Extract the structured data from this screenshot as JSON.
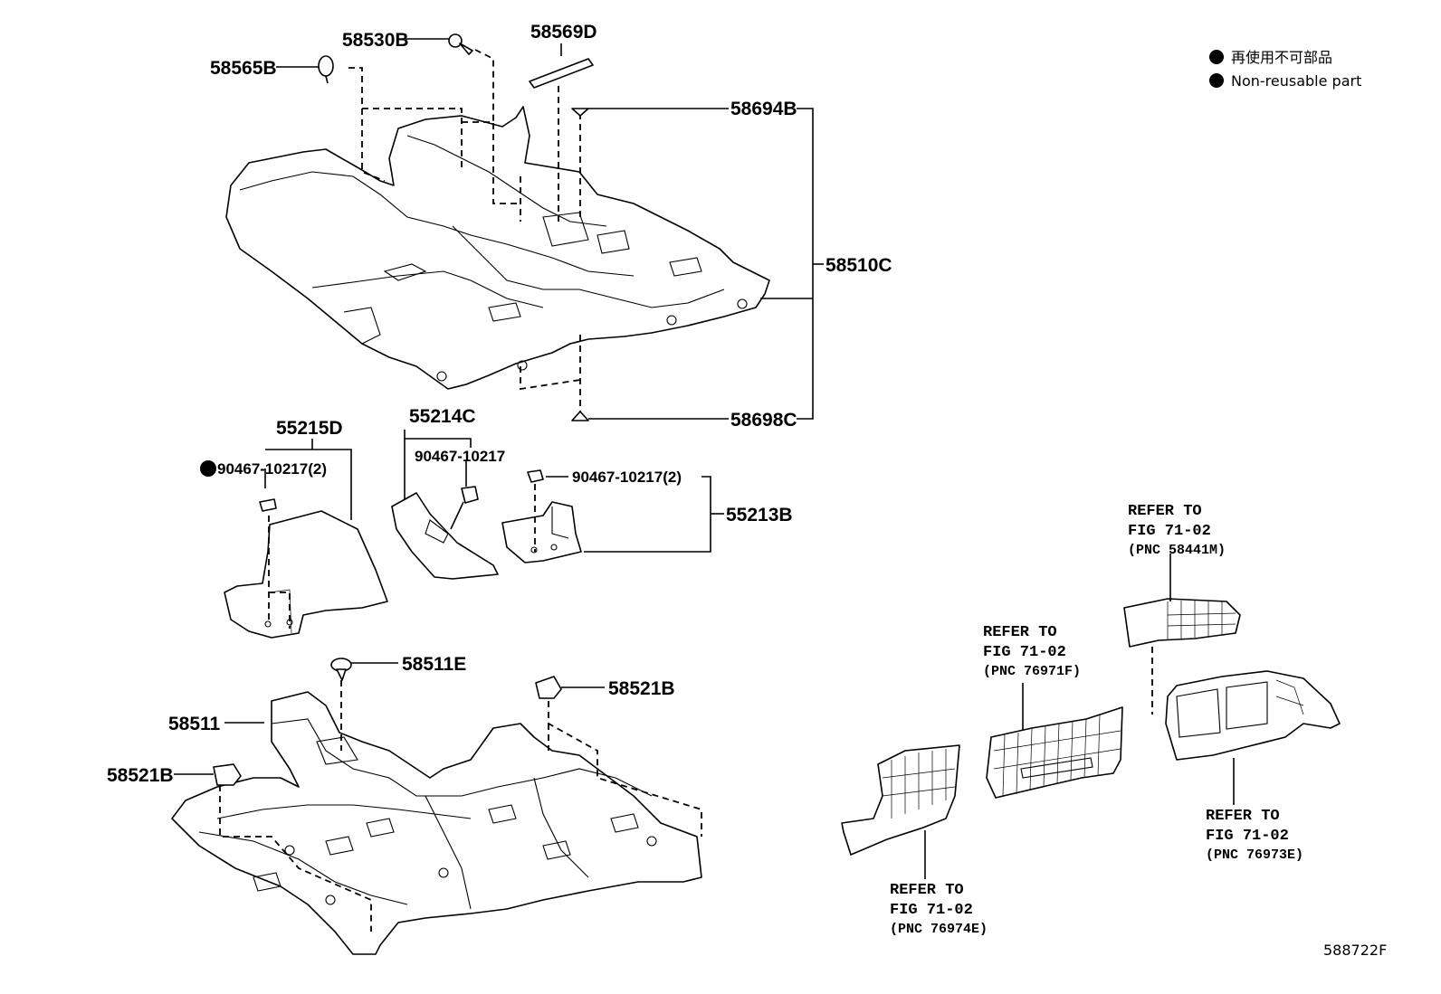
{
  "parts": {
    "p58530B": "58530B",
    "p58569D": "58569D",
    "p58565B": "58565B",
    "p58694B": "58694B",
    "p58510C": "58510C",
    "p58698C": "58698C",
    "p55215D": "55215D",
    "p55214C": "55214C",
    "p90467_a": "90467-10217(2)",
    "p90467_b": "90467-10217",
    "p90467_c": "90467-10217(2)",
    "p55213B": "55213B",
    "p58511E": "58511E",
    "p58521B_r": "58521B",
    "p58511": "58511",
    "p58521B_l": "58521B"
  },
  "references": [
    {
      "line1": "REFER TO",
      "line2": "FIG 71-02",
      "pnc": "(PNC 58441M)"
    },
    {
      "line1": "REFER TO",
      "line2": "FIG 71-02",
      "pnc": "(PNC 76971F)"
    },
    {
      "line1": "REFER TO",
      "line2": "FIG 71-02",
      "pnc": "(PNC 76973E)"
    },
    {
      "line1": "REFER TO",
      "line2": "FIG 71-02",
      "pnc": "(PNC 76974E)"
    }
  ],
  "legend": {
    "jp": "再使用不可部品",
    "en": "Non-reusable part"
  },
  "figure_id": "588722F",
  "colors": {
    "ink": "#000000",
    "paper": "#ffffff"
  }
}
